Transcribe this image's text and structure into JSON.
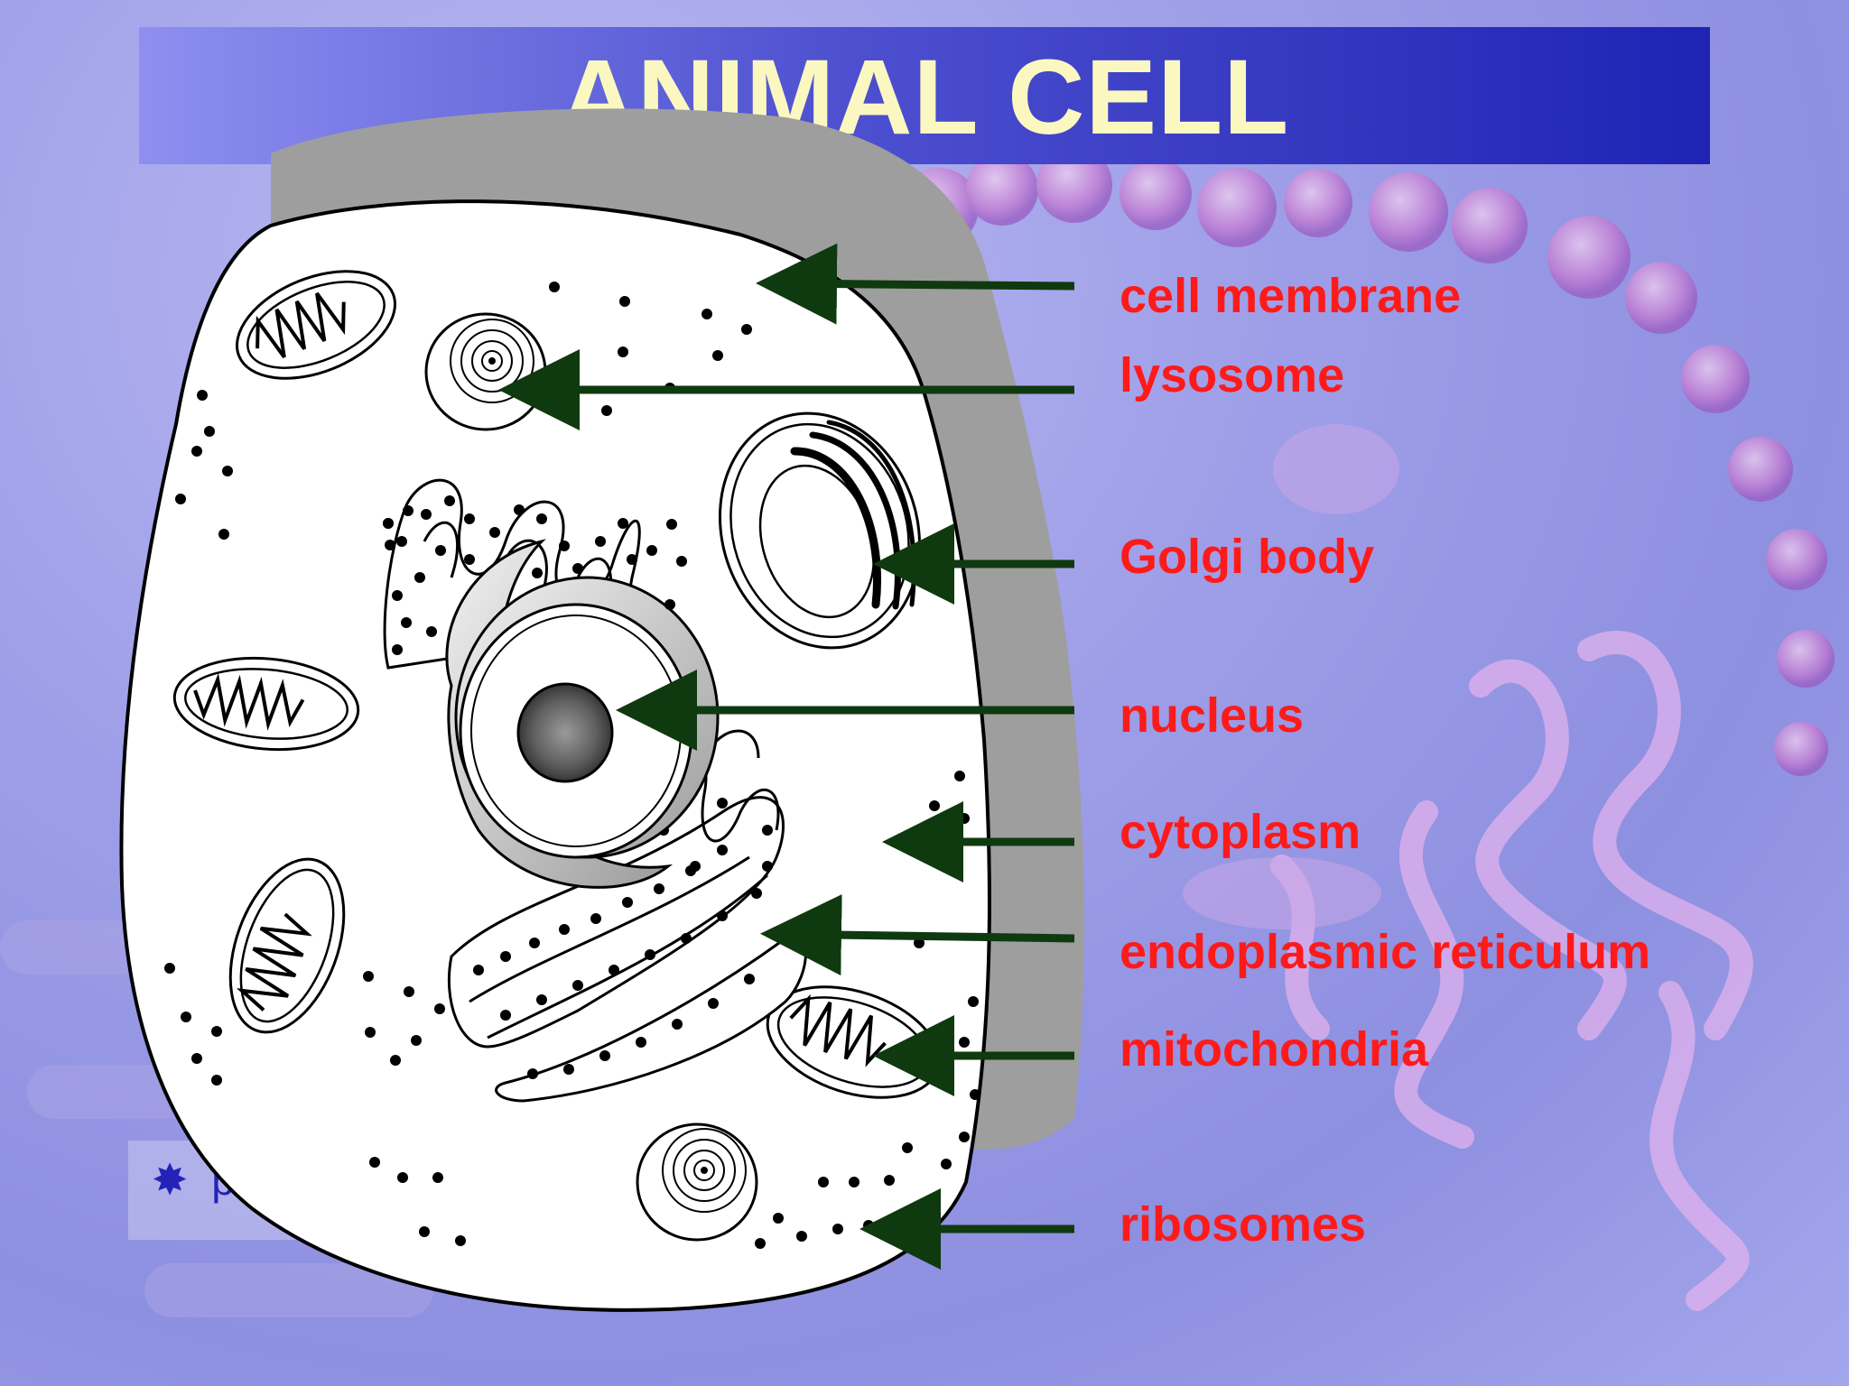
{
  "slide": {
    "title": "ANIMAL CELL",
    "note_text": "p. 1"
  },
  "labels": [
    {
      "id": "cell-membrane",
      "text": "cell membrane"
    },
    {
      "id": "lysosome",
      "text": "lysosome"
    },
    {
      "id": "golgi-body",
      "text": "Golgi body"
    },
    {
      "id": "nucleus",
      "text": "nucleus"
    },
    {
      "id": "cytoplasm",
      "text": "cytoplasm"
    },
    {
      "id": "endoplasmic-reticulum",
      "text": "endoplasmic reticulum"
    },
    {
      "id": "mitochondria",
      "text": "mitochondria"
    },
    {
      "id": "ribosomes",
      "text": "ribosomes"
    }
  ],
  "colors": {
    "label": "#ff1a1a",
    "arrow": "#0f3a0f",
    "title": "#fbf7c0",
    "title_band": "#1f23b4"
  }
}
